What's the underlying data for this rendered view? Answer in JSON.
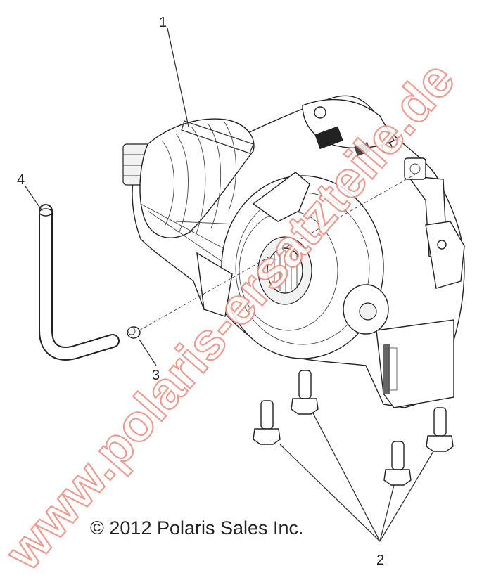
{
  "diagram": {
    "callouts": {
      "c1": "1",
      "c2": "2",
      "c3": "3",
      "c4": "4"
    },
    "copyright": "© 2012 Polaris Sales Inc.",
    "watermark": "www.polaris-ersatzteile.de",
    "watermark_color": "#e88a7d"
  }
}
